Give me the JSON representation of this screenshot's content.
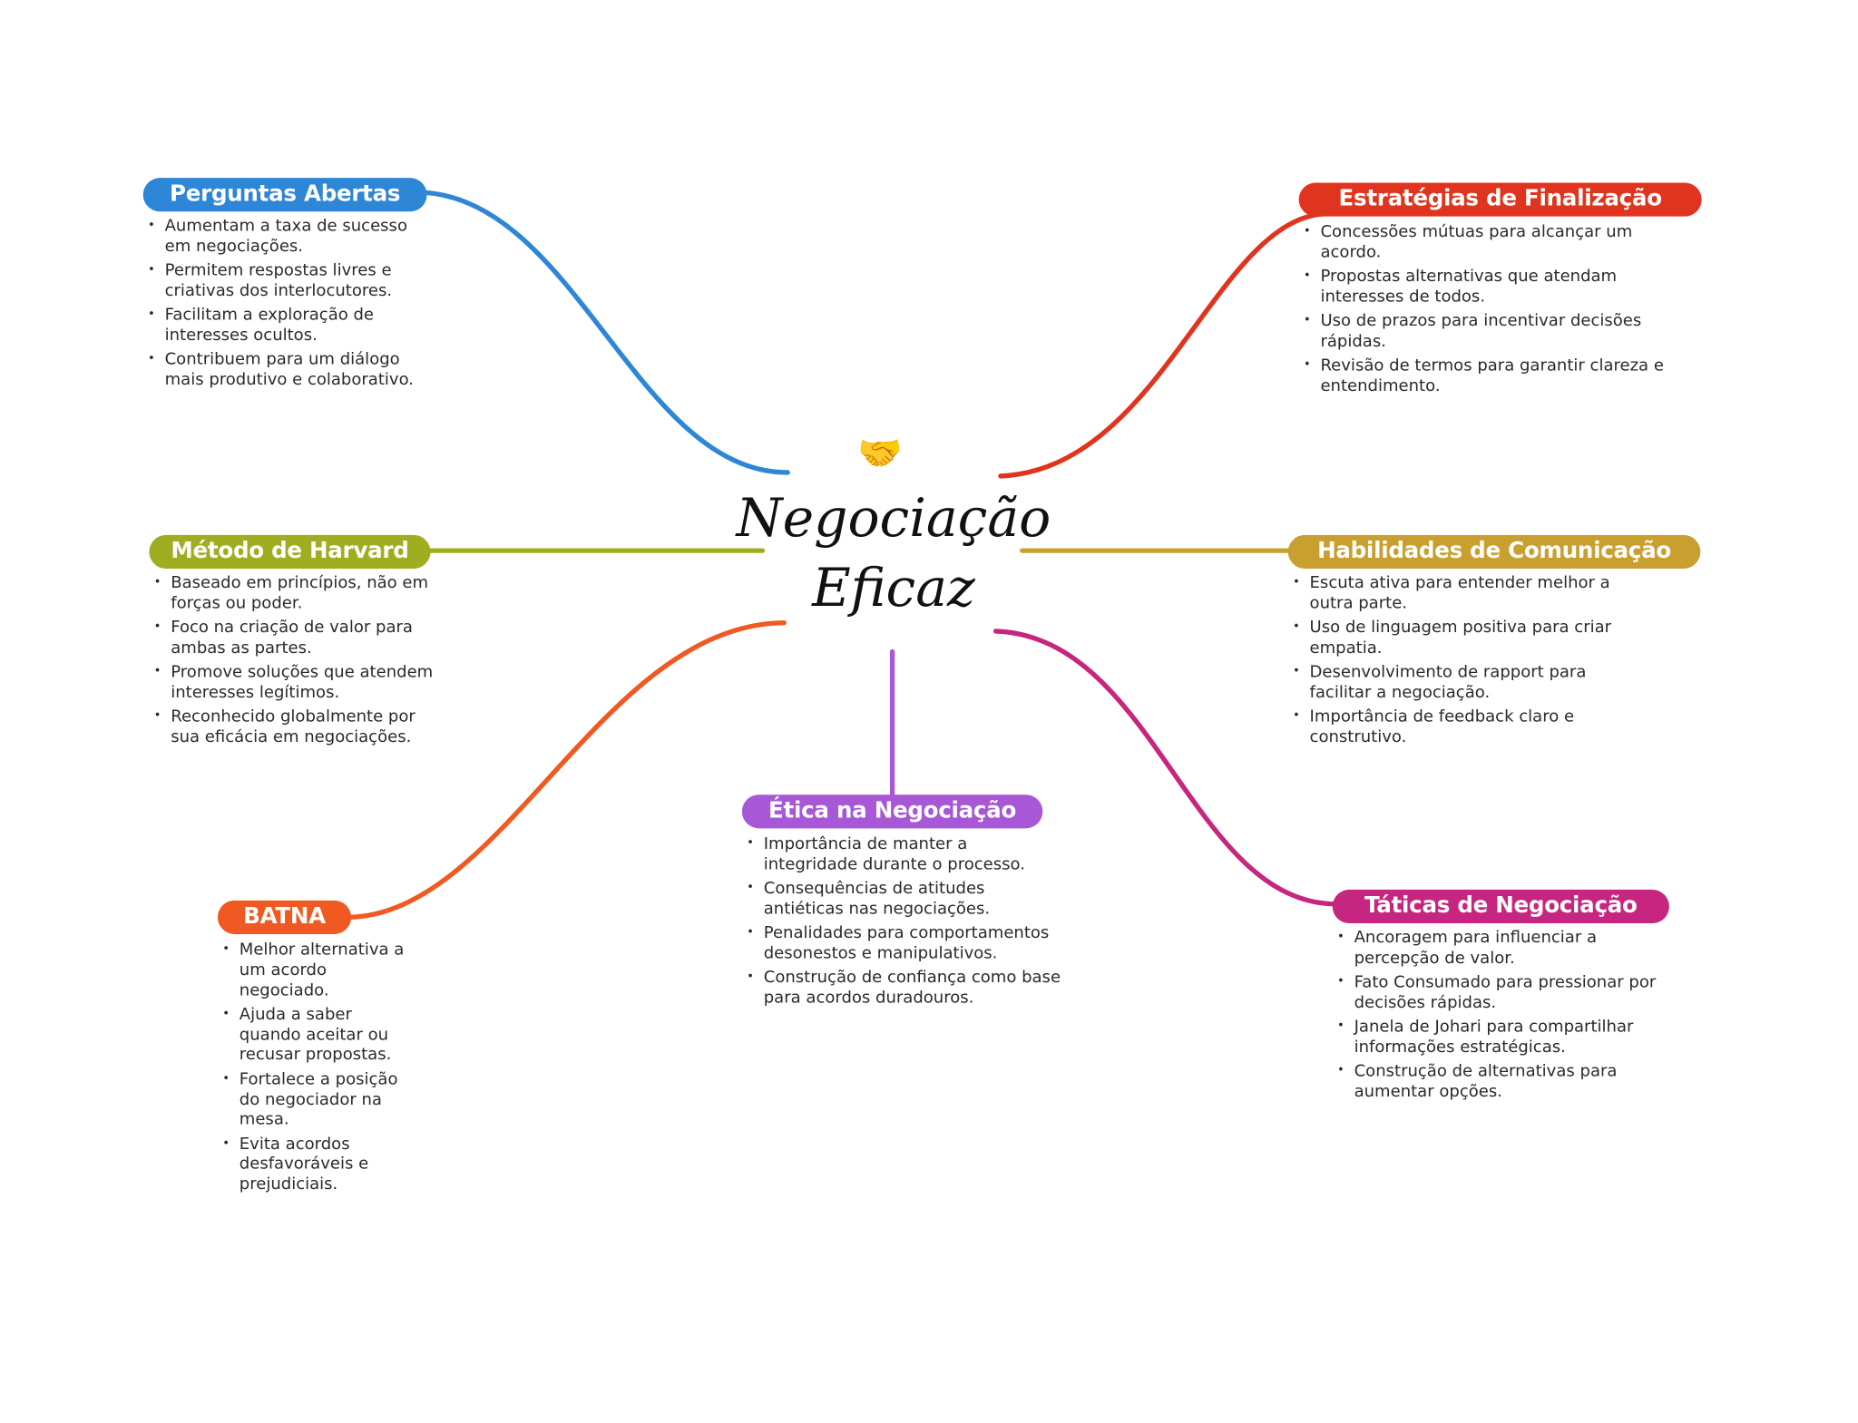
{
  "center": {
    "icon": "handshake-icon",
    "emoji": "🤝",
    "title_line1": "Negociação",
    "title_line2": "Eficaz"
  },
  "branches": {
    "perguntas": {
      "title": "Perguntas Abertas",
      "color": "#2e86d6",
      "items": [
        "Aumentam a taxa de sucesso em negociações.",
        "Permitem respostas livres e criativas dos interlocutores.",
        "Facilitam a exploração de interesses ocultos.",
        "Contribuem para um diálogo mais produtivo e colaborativo."
      ]
    },
    "estrategias": {
      "title": "Estratégias de Finalização",
      "color": "#e0341e",
      "items": [
        "Concessões mútuas para alcançar um acordo.",
        "Propostas alternativas que atendam interesses de todos.",
        "Uso de prazos para incentivar decisões rápidas.",
        "Revisão de termos para garantir clareza e entendimento."
      ]
    },
    "harvard": {
      "title": "Método de Harvard",
      "color": "#9fae20",
      "items": [
        "Baseado em princípios, não em forças ou poder.",
        "Foco na criação de valor para ambas as partes.",
        "Promove soluções que atendem interesses legítimos.",
        "Reconhecido globalmente por sua eficácia em negociações."
      ]
    },
    "habilidades": {
      "title": "Habilidades de Comunicação",
      "color": "#c9a030",
      "items": [
        "Escuta ativa para entender melhor a outra parte.",
        "Uso de linguagem positiva para criar empatia.",
        "Desenvolvimento de rapport para facilitar a negociação.",
        "Importância de feedback claro e construtivo."
      ]
    },
    "etica": {
      "title": "Ética na Negociação",
      "color": "#a858d6",
      "items": [
        "Importância de manter a integridade durante o processo.",
        "Consequências de atitudes antiéticas nas negociações.",
        "Penalidades para comportamentos desonestos e manipulativos.",
        "Construção de confiança como base para acordos duradouros."
      ]
    },
    "batna": {
      "title": "BATNA",
      "color": "#f05a22",
      "items": [
        "Melhor alternativa a um acordo negociado.",
        "Ajuda a saber quando aceitar ou recusar propostas.",
        "Fortalece a posição do negociador na mesa.",
        "Evita acordos desfavoráveis e prejudiciais."
      ]
    },
    "taticas": {
      "title": "Táticas de Negociação",
      "color": "#c6267f",
      "items": [
        "Ancoragem para influenciar a percepção de valor.",
        "Fato Consumado para pressionar por decisões rápidas.",
        "Janela de Johari para compartilhar informações estratégicas.",
        "Construção de alternativas para aumentar opções."
      ]
    }
  }
}
